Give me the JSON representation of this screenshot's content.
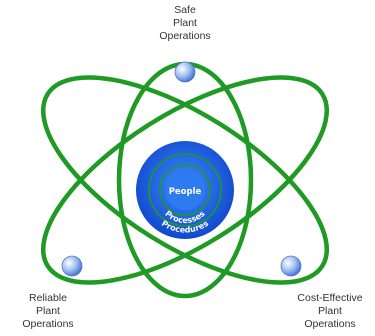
{
  "diagram": {
    "labels": {
      "top": [
        "Safe",
        "Plant",
        "Operations"
      ],
      "left": [
        "Reliable",
        "Plant",
        "Operations"
      ],
      "right": [
        "Cost-Effective",
        "Plant",
        "Operations"
      ]
    },
    "core": {
      "inner": "People",
      "middle": "Processes",
      "outer": "Procedures"
    },
    "colors": {
      "orbit": "#1f9a24",
      "nucleus_outer": "#1a55d6",
      "nucleus_inner": "#2e7bf0",
      "electron": "#8fb4ee"
    }
  }
}
